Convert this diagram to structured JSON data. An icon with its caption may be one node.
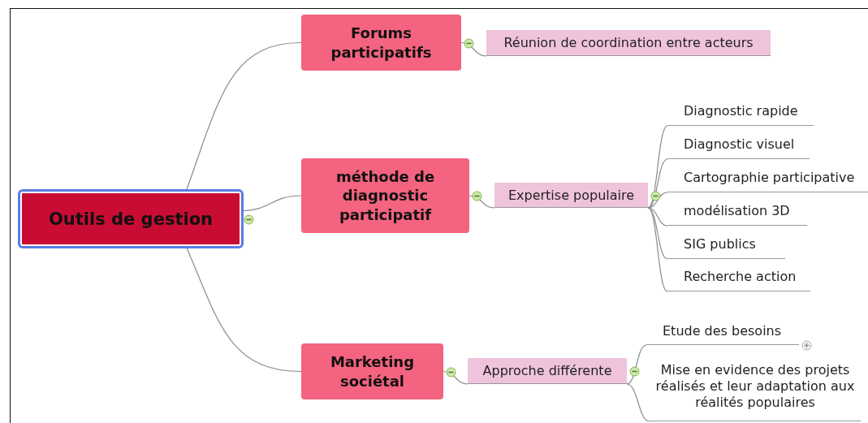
{
  "diagram": {
    "nodes": [
      {
        "text": [
          "Outils de gestion"
        ]
      },
      {
        "text": [
          "Forums participatifs"
        ]
      },
      {
        "text": [
          "Réunion de coordination entre acteurs"
        ]
      },
      {
        "text": [
          "méthode de diagnostic participatif"
        ]
      },
      {
        "text": [
          "Expertise populaire"
        ]
      },
      {
        "text": [
          "Diagnostic rapide"
        ]
      },
      {
        "text": [
          "Diagnostic visuel"
        ]
      },
      {
        "text": [
          "Cartographie participative"
        ]
      },
      {
        "text": [
          "modélisation 3D"
        ]
      },
      {
        "text": [
          "SIG publics"
        ]
      },
      {
        "text": [
          "Recherche action"
        ]
      },
      {
        "text": [
          "Marketing sociétal"
        ]
      },
      {
        "text": [
          "Approche différente"
        ]
      },
      {
        "text": [
          "Etude des besoins"
        ]
      },
      {
        "text": [
          "Mise en evidence des projets réalisés et leur adaptation aux réalités populaires"
        ]
      }
    ],
    "edges": [
      {
        "from": 0,
        "to": 1,
        "arrow": "none"
      },
      {
        "from": 0,
        "to": 3,
        "arrow": "none"
      },
      {
        "from": 0,
        "to": 11,
        "arrow": "none"
      },
      {
        "from": 1,
        "to": 2,
        "arrow": "none"
      },
      {
        "from": 3,
        "to": 4,
        "arrow": "none"
      },
      {
        "from": 4,
        "to": 5,
        "arrow": "none"
      },
      {
        "from": 4,
        "to": 6,
        "arrow": "none"
      },
      {
        "from": 4,
        "to": 7,
        "arrow": "none"
      },
      {
        "from": 4,
        "to": 8,
        "arrow": "none"
      },
      {
        "from": 4,
        "to": 9,
        "arrow": "none"
      },
      {
        "from": 4,
        "to": 10,
        "arrow": "none"
      },
      {
        "from": 11,
        "to": 12,
        "arrow": "none"
      },
      {
        "from": 12,
        "to": 13,
        "arrow": "none"
      },
      {
        "from": 12,
        "to": 14,
        "arrow": "none"
      }
    ]
  }
}
